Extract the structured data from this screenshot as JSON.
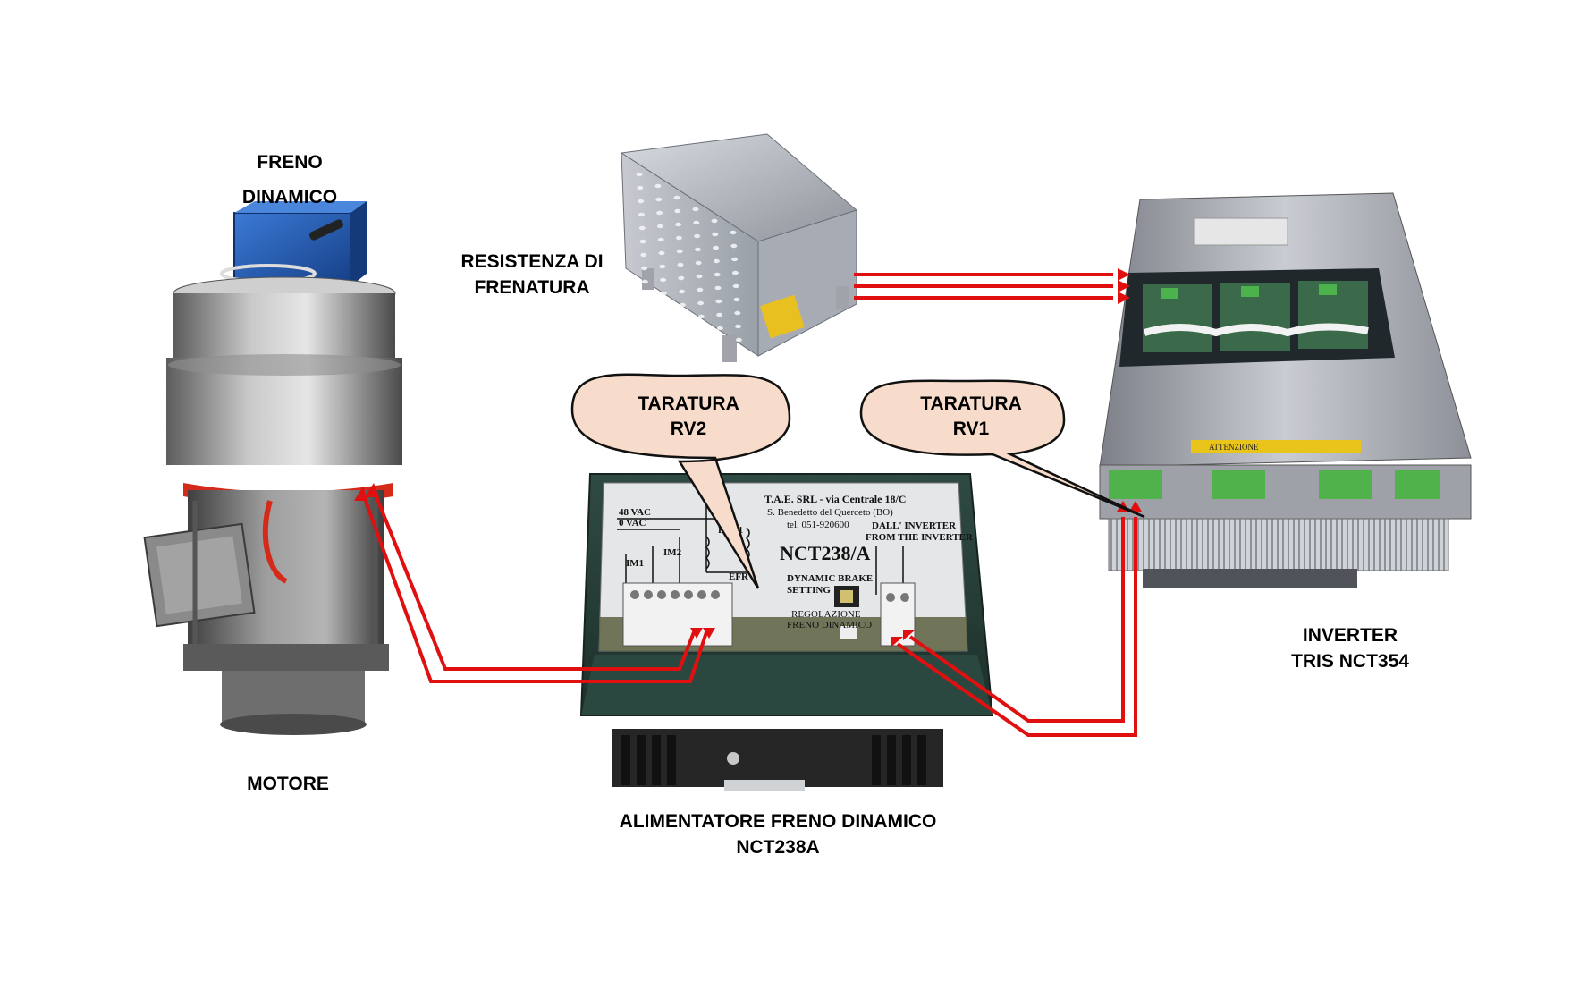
{
  "labels": {
    "freno_dinamico": [
      "FRENO",
      "DINAMICO"
    ],
    "motore": "MOTORE",
    "resistenza": [
      "RESISTENZA DI",
      "FRENATURA"
    ],
    "inverter": [
      "INVERTER",
      "TRIS NCT354"
    ],
    "alimentatore": [
      "ALIMENTATORE FRENO DINAMICO",
      "NCT238A"
    ]
  },
  "callouts": {
    "rv2": [
      "TARATURA",
      "RV2"
    ],
    "rv1": [
      "TARATURA",
      "RV1"
    ]
  },
  "module_panel": {
    "company": "T.A.E. SRL - via Centrale 18/C",
    "address": "S. Benedetto del Querceto (BO)",
    "phone": "tel. 051-920600",
    "model": "NCT238/A",
    "vac48": "48 VAC",
    "vac0": "0 VAC",
    "im1": "IM1",
    "im2": "IM2",
    "frd1": "FRD1",
    "efr": "EFR",
    "dynamic_brake": "DYNAMIC BRAKE",
    "setting": "SETTING",
    "dall_inverter": "DALL' INVERTER",
    "from_inverter": "FROM THE INVERTER",
    "regolazione": "REGOLAZIONE",
    "freno_dinamico": "FRENO DINAMICO"
  },
  "inverter_panel": {
    "warning": "ATTENZIONE"
  },
  "colors": {
    "wire": "#e01010",
    "callout_fill": "#f7dccb",
    "module_body": "#2f4a43",
    "panel_fill": "#e4e6e8",
    "motor_metal": "#9a9a9a",
    "brake_blue": "#1f5fbf",
    "resistor_metal": "#b8bcc4"
  }
}
